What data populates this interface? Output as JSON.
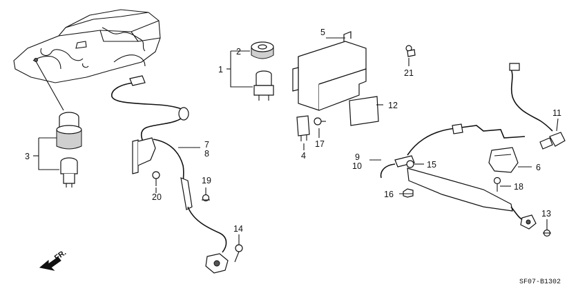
{
  "diagram": {
    "callouts": {
      "c1": "1",
      "c2": "2",
      "c3": "3",
      "c4": "4",
      "c5": "5",
      "c6": "6",
      "c7": "7",
      "c8": "8",
      "c9": "9",
      "c10": "10",
      "c11": "11",
      "c12": "12",
      "c13": "13",
      "c14": "14",
      "c15": "15",
      "c16": "16",
      "c17": "17",
      "c18": "18",
      "c19": "19",
      "c20": "20",
      "c21": "21"
    },
    "front_marker": "FR.",
    "drawing_code": "SF07-B1302"
  }
}
